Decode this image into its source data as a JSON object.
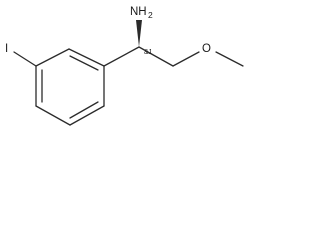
{
  "molecule": {
    "atoms": {
      "iodine": "I",
      "amine_n": "NH",
      "amine_h_count": "2",
      "oxygen": "O"
    },
    "stereo_label": "&1"
  }
}
